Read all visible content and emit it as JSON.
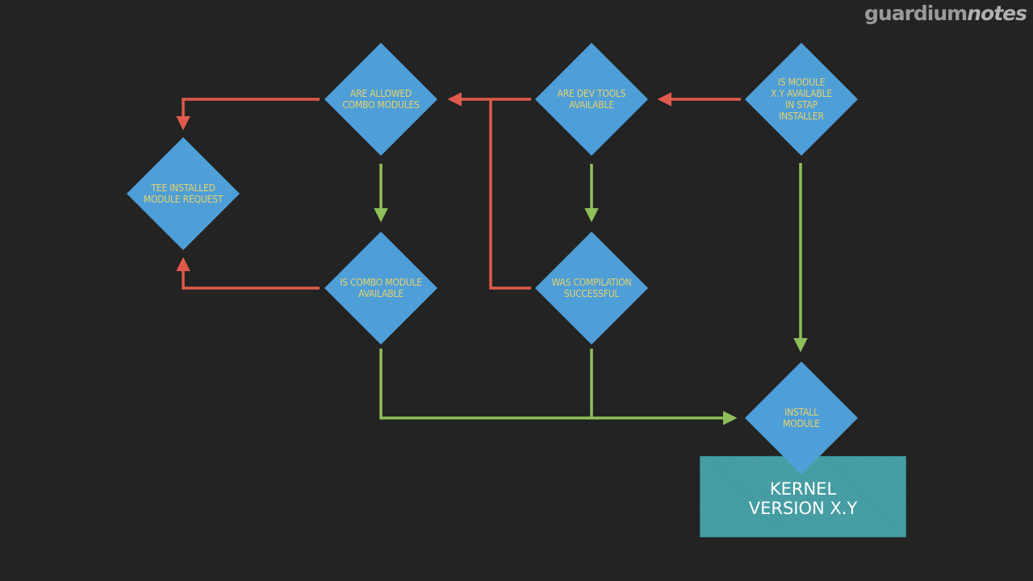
{
  "brand": {
    "part1": "guardium",
    "part2": "notes"
  },
  "colors": {
    "background": "#232323",
    "diamond": "#4e9ed8",
    "label": "#e8d36a",
    "no_arrow": "#e05a4b",
    "yes_arrow": "#8fbf5a",
    "kernel_box": "#3f9aa0"
  },
  "nodes": {
    "is_module_xy_available": "IS MODULE\nX.Y AVAILABLE\nIN STAP\nINSTALLER",
    "are_dev_tools_available": "ARE DEV TOOLS\nAVAILABLE",
    "are_allowed_combo_modules": "ARE ALLOWED\nCOMBO MODULES",
    "tee_installed_module_request": "TEE INSTALLED\nMODULE REQUEST",
    "is_combo_module_available": "IS COMBO MODULE\nAVAILABLE",
    "was_compilation_successful": "WAS COMPILATION\nSUCCESSFUL",
    "install_module": "INSTALL\nMODULE"
  },
  "kernel_box": {
    "label": "KERNEL\nVERSION X.Y"
  }
}
